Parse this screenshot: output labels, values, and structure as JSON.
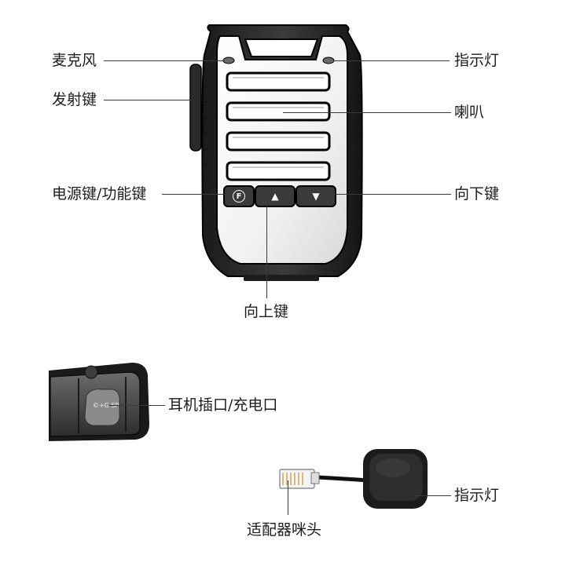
{
  "labels": {
    "microphone": "麦克风",
    "ptt_key": "发射键",
    "power_function_key": "电源键/功能键",
    "indicator_top": "指示灯",
    "speaker": "喇叭",
    "down_key": "向下键",
    "up_key": "向上键",
    "earphone_charge_port": "耳机插口/充电口",
    "indicator_adapter": "指示灯",
    "adapter_plug": "适配器咪头"
  },
  "device": {
    "f_key_glyph": "F",
    "up_key_glyph": "▲",
    "down_key_glyph": "▼",
    "port_marking": "©+G SP"
  }
}
